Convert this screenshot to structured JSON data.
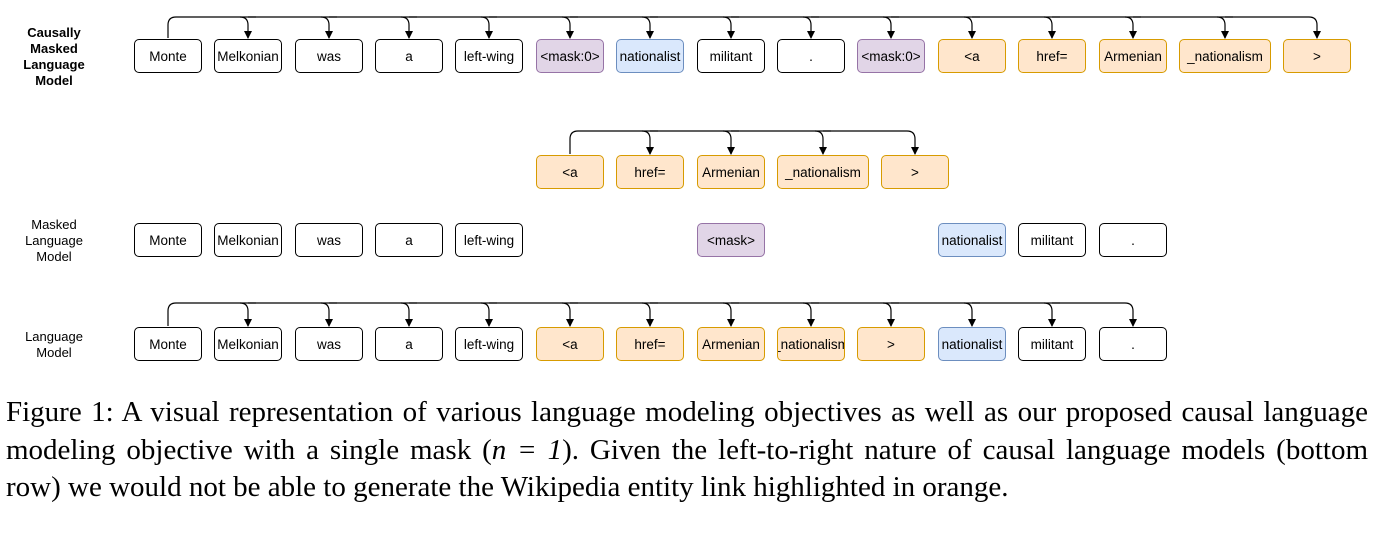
{
  "colors": {
    "plain_fill": "#ffffff",
    "plain_stroke": "#000000",
    "mask_fill": "#e1d5e7",
    "mask_stroke": "#9673a6",
    "blue_fill": "#dae8fc",
    "blue_stroke": "#6c8ebf",
    "orange_fill": "#ffe6cc",
    "orange_stroke": "#d79b00"
  },
  "rows": {
    "causal_masked": {
      "label": "Causally\nMasked\nLanguage\nModel",
      "tokens": [
        {
          "text": "Monte",
          "style": "plain"
        },
        {
          "text": "Melkonian",
          "style": "plain"
        },
        {
          "text": "was",
          "style": "plain"
        },
        {
          "text": "a",
          "style": "plain"
        },
        {
          "text": "left-wing",
          "style": "plain"
        },
        {
          "text": "<mask:0>",
          "style": "mask"
        },
        {
          "text": "nationalist",
          "style": "blue"
        },
        {
          "text": "militant",
          "style": "plain"
        },
        {
          "text": ".",
          "style": "plain"
        },
        {
          "text": "<mask:0>",
          "style": "mask"
        },
        {
          "text": "<a",
          "style": "orange"
        },
        {
          "text": "href=",
          "style": "orange"
        },
        {
          "text": "Armenian",
          "style": "orange"
        },
        {
          "text": "_nationalism",
          "style": "orange"
        },
        {
          "text": ">",
          "style": "orange"
        }
      ]
    },
    "link_span": {
      "label": "",
      "tokens": [
        {
          "text": "<a",
          "style": "orange"
        },
        {
          "text": "href=",
          "style": "orange"
        },
        {
          "text": "Armenian",
          "style": "orange"
        },
        {
          "text": "_nationalism",
          "style": "orange"
        },
        {
          "text": ">",
          "style": "orange"
        }
      ]
    },
    "masked": {
      "label": "Masked\nLanguage\nModel",
      "tokens": [
        {
          "text": "Monte",
          "style": "plain"
        },
        {
          "text": "Melkonian",
          "style": "plain"
        },
        {
          "text": "was",
          "style": "plain"
        },
        {
          "text": "a",
          "style": "plain"
        },
        {
          "text": "left-wing",
          "style": "plain"
        },
        {
          "text": "<mask>",
          "style": "mask"
        },
        {
          "text": "nationalist",
          "style": "blue"
        },
        {
          "text": "militant",
          "style": "plain"
        },
        {
          "text": ".",
          "style": "plain"
        }
      ]
    },
    "language": {
      "label": "Language\nModel",
      "tokens": [
        {
          "text": "Monte",
          "style": "plain"
        },
        {
          "text": "Melkonian",
          "style": "plain"
        },
        {
          "text": "was",
          "style": "plain"
        },
        {
          "text": "a",
          "style": "plain"
        },
        {
          "text": "left-wing",
          "style": "plain"
        },
        {
          "text": "<a",
          "style": "orange"
        },
        {
          "text": "href=",
          "style": "orange"
        },
        {
          "text": "Armenian",
          "style": "orange"
        },
        {
          "text": "_nationalism",
          "style": "orange"
        },
        {
          "text": ">",
          "style": "orange"
        },
        {
          "text": "nationalist",
          "style": "blue"
        },
        {
          "text": "militant",
          "style": "plain"
        },
        {
          "text": ".",
          "style": "plain"
        }
      ]
    }
  },
  "caption": {
    "part1": "Figure 1: A visual representation of various language modeling objectives as well as our proposed causal language modeling objective with a single mask (",
    "math": "n = 1",
    "part2": "). Given the left-to-right nature of causal language models (bottom row) we would not be able to generate the Wikipedia entity link highlighted in orange."
  }
}
